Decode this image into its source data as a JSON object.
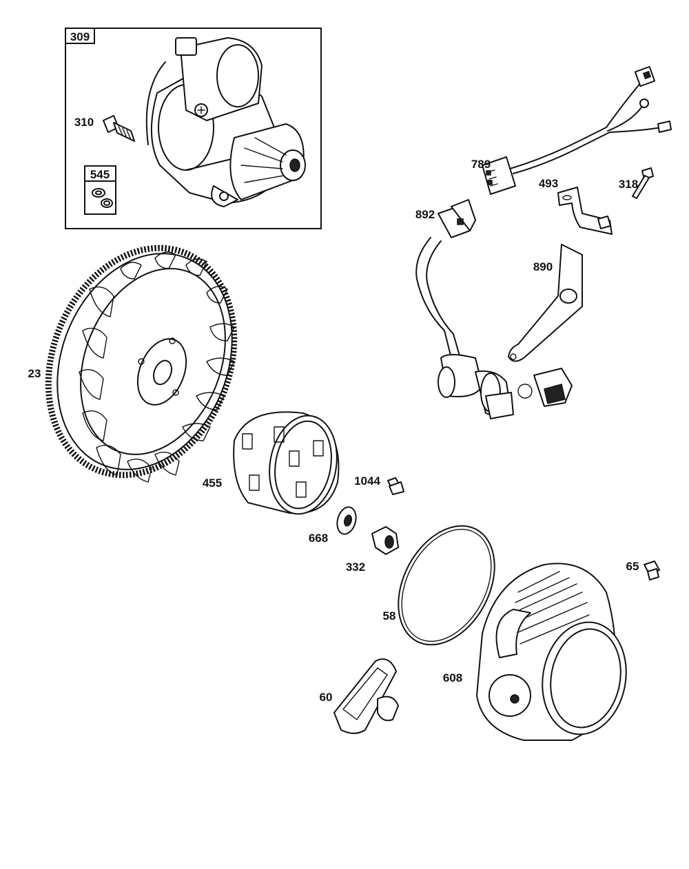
{
  "diagram": {
    "boxes": [
      {
        "id": "starter-group",
        "label": "309"
      },
      {
        "id": "washer-kit",
        "label": "545"
      }
    ],
    "callouts": {
      "p309": "309",
      "p310": "310",
      "p545": "545",
      "p789": "789",
      "p493": "493",
      "p318": "318",
      "p892": "892",
      "p890": "890",
      "p23": "23",
      "p455": "455",
      "p1044": "1044",
      "p668": "668",
      "p332": "332",
      "p65": "65",
      "p58": "58",
      "p608": "608",
      "p60": "60"
    }
  }
}
